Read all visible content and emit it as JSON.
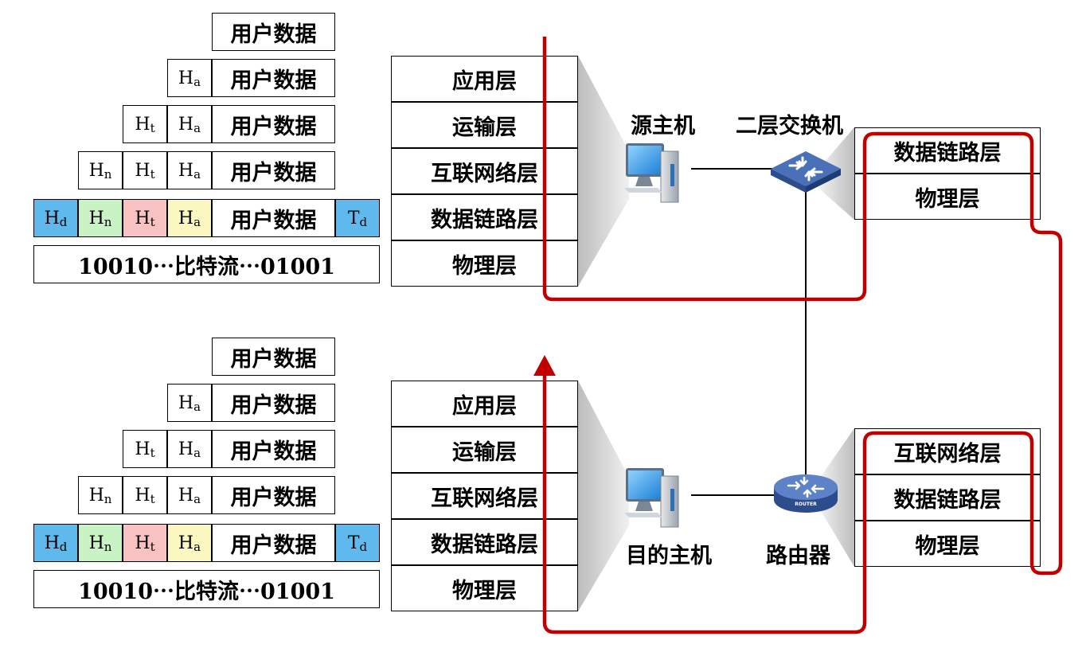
{
  "user_data": "用户数据",
  "bitstream": "10010⋯比特流⋯01001",
  "headers": {
    "d": {
      "letter": "H",
      "sub": "d"
    },
    "n": {
      "letter": "H",
      "sub": "n"
    },
    "t": {
      "letter": "H",
      "sub": "t"
    },
    "a": {
      "letter": "H",
      "sub": "a"
    },
    "trailer": {
      "letter": "T",
      "sub": "d"
    }
  },
  "host_stack": [
    "应用层",
    "运输层",
    "互联网络层",
    "数据链路层",
    "物理层"
  ],
  "switch_stack": [
    "数据链路层",
    "物理层"
  ],
  "router_stack": [
    "互联网络层",
    "数据链路层",
    "物理层"
  ],
  "labels": {
    "source_host": "源主机",
    "switch": "二层交换机",
    "dest_host": "目的主机",
    "router": "路由器",
    "router_icon_text": "ROUTER"
  },
  "colors": {
    "path": "#c00000",
    "hd": "#5fb9ec",
    "hn": "#c9f2c5",
    "ht": "#f8c2c2",
    "ha": "#fbf7c1",
    "device_blue": "#3a5fa8"
  }
}
